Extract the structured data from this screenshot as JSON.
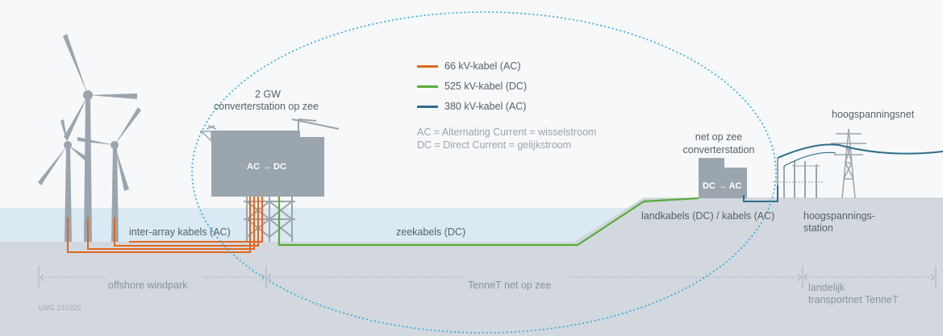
{
  "legend": {
    "items": [
      {
        "label": "66 kV-kabel (AC)",
        "color": "#e2661f"
      },
      {
        "label": "525 kV-kabel (DC)",
        "color": "#5aab3c"
      },
      {
        "label": "380 kV-kabel (AC)",
        "color": "#2e6e8a"
      }
    ]
  },
  "definitions": {
    "ac": "AC = Alternating Current = wisselstroom",
    "dc": "DC = Direct Current = gelijkstroom"
  },
  "offshore_station": {
    "title_line1": "2 GW",
    "title_line2": "converterstation op zee",
    "box_text": "AC → DC"
  },
  "onshore_station": {
    "title_line1": "net op zee",
    "title_line2": "converterstation",
    "box_text": "DC → AC"
  },
  "grid": {
    "label": "hoogspanningsnet",
    "substation_line1": "hoogspannings-",
    "substation_line2": "station"
  },
  "cables": {
    "inter_array": "inter-array kabels (AC)",
    "sea": "zeekabels (DC)",
    "land": "landkabels (DC) / kabels (AC)"
  },
  "zones": {
    "offshore": "offshore windpark",
    "tennet_sea": "TenneT net op zee",
    "national_line1": "landelijk",
    "national_line2": "transportnet TenneT"
  },
  "code": "LWG 210325",
  "colors": {
    "sky": "#f7f8fa",
    "sea": "#dbe9f2",
    "seabed": "#d2d8dd",
    "structure": "#9aa5ae",
    "ellipse": "#2fa8dd",
    "ac66": "#e2661f",
    "dc525": "#5aab3c",
    "ac380": "#2e6e8a"
  }
}
